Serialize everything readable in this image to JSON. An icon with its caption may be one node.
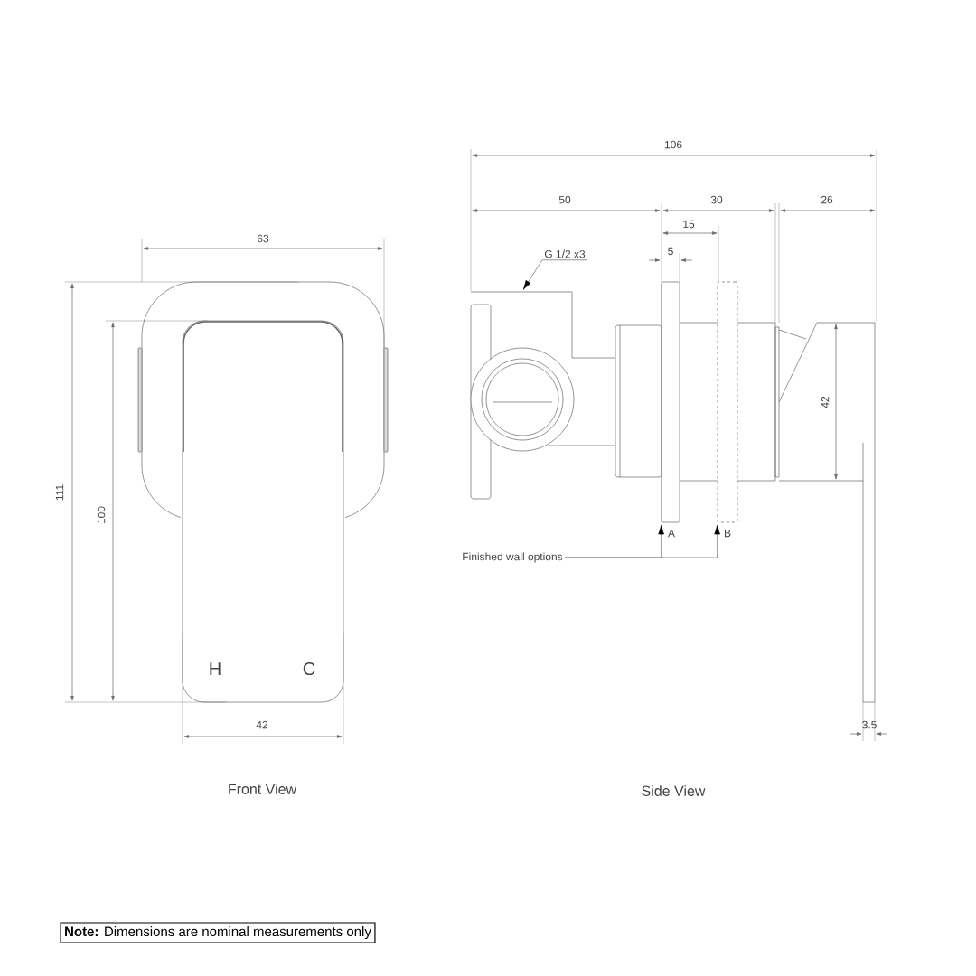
{
  "diagram": {
    "nodes": [
      {
        "text": [
          "G 1/2 x3"
        ]
      },
      {
        "text": [],
        "shape": "picture"
      },
      {
        "text": [
          "Finished wall options"
        ]
      },
      {
        "text": [],
        "shape": "box"
      },
      {
        "text": [],
        "shape": "box"
      },
      {
        "text": [
          "**Note:** Dimensions are nominal measurements only"
        ]
      }
    ],
    "edges": [
      {
        "from": 0,
        "to": 1,
        "arrow": "to"
      },
      {
        "from": 2,
        "to": 3,
        "arrow": "to"
      },
      {
        "from": 2,
        "to": 4,
        "arrow": "to"
      }
    ],
    "labels": [
      "106",
      "50",
      "30",
      "26",
      "63",
      "15",
      "5",
      "111",
      "100",
      "42",
      "A",
      "B",
      "H",
      "C",
      "42",
      "3.5",
      "Front View",
      "Side View"
    ]
  }
}
